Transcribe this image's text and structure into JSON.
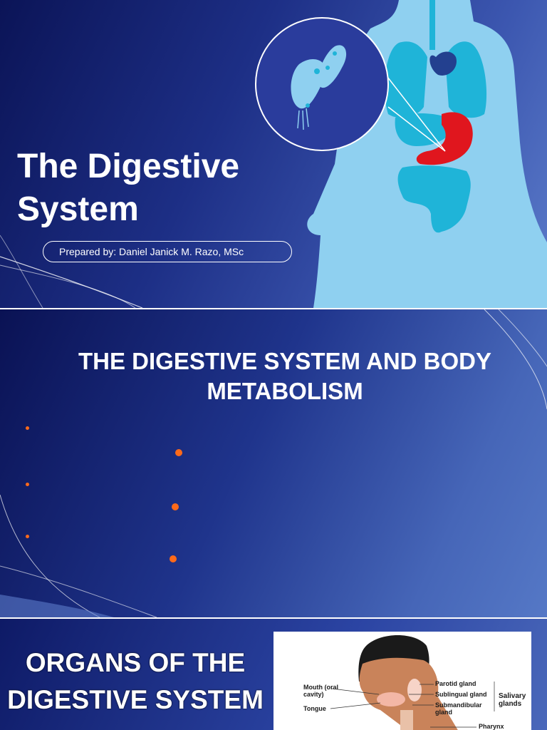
{
  "slide1": {
    "title_line1": "The Digestive",
    "title_line2": "System",
    "prepared_by": "Prepared by: Daniel Janick M. Razo, MSc"
  },
  "slide2": {
    "title_line1": "THE DIGESTIVE SYSTEM AND BODY",
    "title_line2": "METABOLISM"
  },
  "slide3": {
    "title_line1": "ORGANS OF THE",
    "title_line2": "DIGESTIVE SYSTEM",
    "figure": {
      "labels": {
        "mouth": "Mouth (oral",
        "mouth2": "cavity)",
        "tongue": "Tongue",
        "parotid": "Parotid gland",
        "sublingual": "Sublingual gland",
        "submandibular": "Submandibular",
        "submandibular2": "gland",
        "salivary": "Salivary",
        "salivary2": "glands",
        "pharynx": "Pharynx"
      }
    }
  },
  "colors": {
    "bullet": "#ff6a1a",
    "body_light": "#8fd0f0",
    "organ_cyan": "#1fb4d8",
    "stomach_red": "#e0161e"
  }
}
